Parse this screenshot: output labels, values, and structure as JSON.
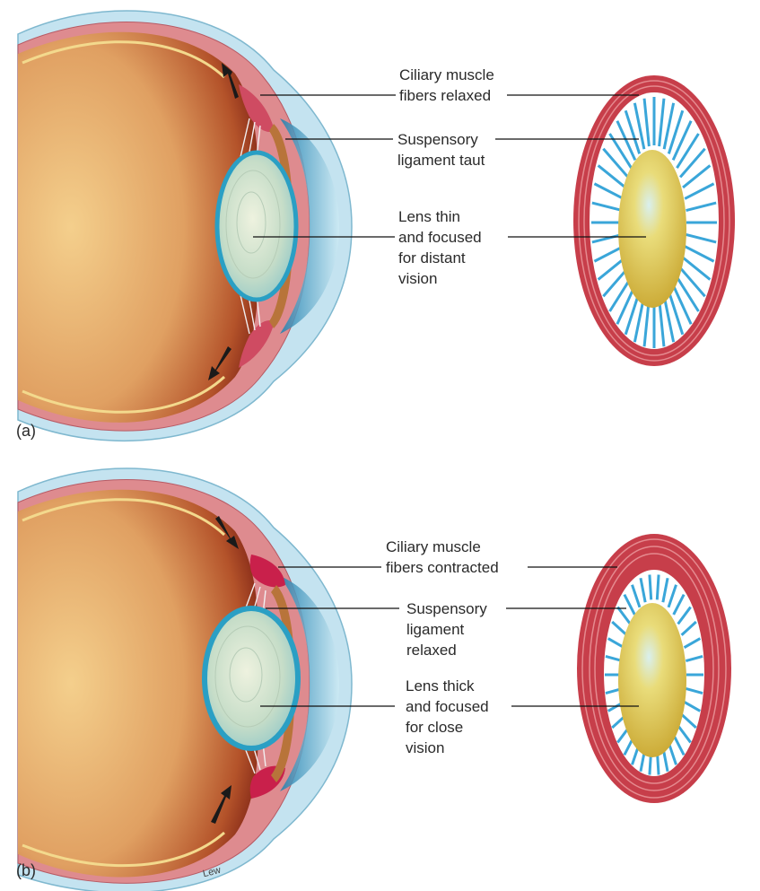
{
  "panels": [
    {
      "id": "a",
      "panel_label": "(a)",
      "labels": {
        "ciliary": [
          "Ciliary muscle",
          "fibers relaxed"
        ],
        "suspensory": [
          "Suspensory",
          "ligament taut"
        ],
        "lens": [
          "Lens thin",
          "and focused",
          "for distant",
          "vision"
        ]
      }
    },
    {
      "id": "b",
      "panel_label": "(b)",
      "labels": {
        "ciliary": [
          "Ciliary muscle",
          "fibers contracted"
        ],
        "suspensory": [
          "Suspensory",
          "ligament",
          "relaxed"
        ],
        "lens": [
          "Lens thick",
          "and focused",
          "for close",
          "vision"
        ]
      }
    }
  ],
  "artist_signature": "Lew",
  "colors": {
    "eye_interior": "#e2a868",
    "eye_interior_dark": "#8b2a14",
    "sclera": "#bfe1ef",
    "choroid": "#d97f86",
    "ciliary_muscle": "#cf3b5b",
    "lens": "#cfe3c4",
    "lens_edge": "#2a9fc4",
    "zonule_fibers": "#3aa6d9",
    "ring": "#c9424c",
    "ring_lens": "#e3cc55",
    "arrow": "#1a1a1a",
    "leader_line": "#111111"
  }
}
